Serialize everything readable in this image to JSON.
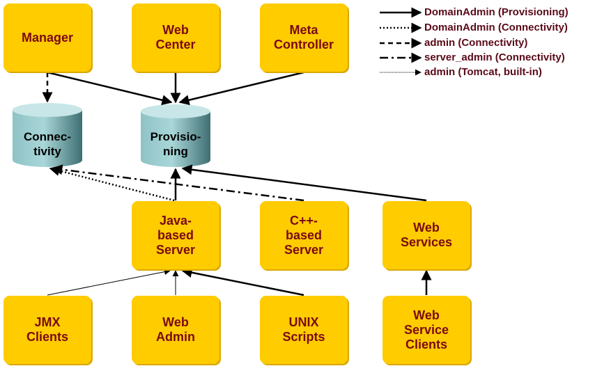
{
  "boxes": {
    "manager": "Manager",
    "web_center": "Web\nCenter",
    "meta_controller": "Meta\nController",
    "java_server": "Java-\nbased\nServer",
    "cpp_server": "C++-\nbased\nServer",
    "web_services": "Web\nServices",
    "jmx_clients": "JMX\nClients",
    "web_admin": "Web\nAdmin",
    "unix_scripts": "UNIX\nScripts",
    "web_service_clients": "Web\nService\nClients"
  },
  "databases": {
    "connectivity": "Connec-\ntivity",
    "provisioning": "Provisio-\nning"
  },
  "legend": [
    {
      "label": "DomainAdmin (Provisioning)",
      "style": "solid"
    },
    {
      "label": "DomainAdmin (Connectivity)",
      "style": "dotted"
    },
    {
      "label": "admin (Connectivity)",
      "style": "dashed"
    },
    {
      "label": "server_admin (Connectivity)",
      "style": "dash-dot"
    },
    {
      "label": "admin (Tomcat, built-in)",
      "style": "thin-dotted"
    }
  ],
  "colors": {
    "box_fill": "#FFCC00",
    "box_text": "#7A0A12",
    "db_fill": "#8FC3C6",
    "legend_text": "#5A0A18"
  }
}
